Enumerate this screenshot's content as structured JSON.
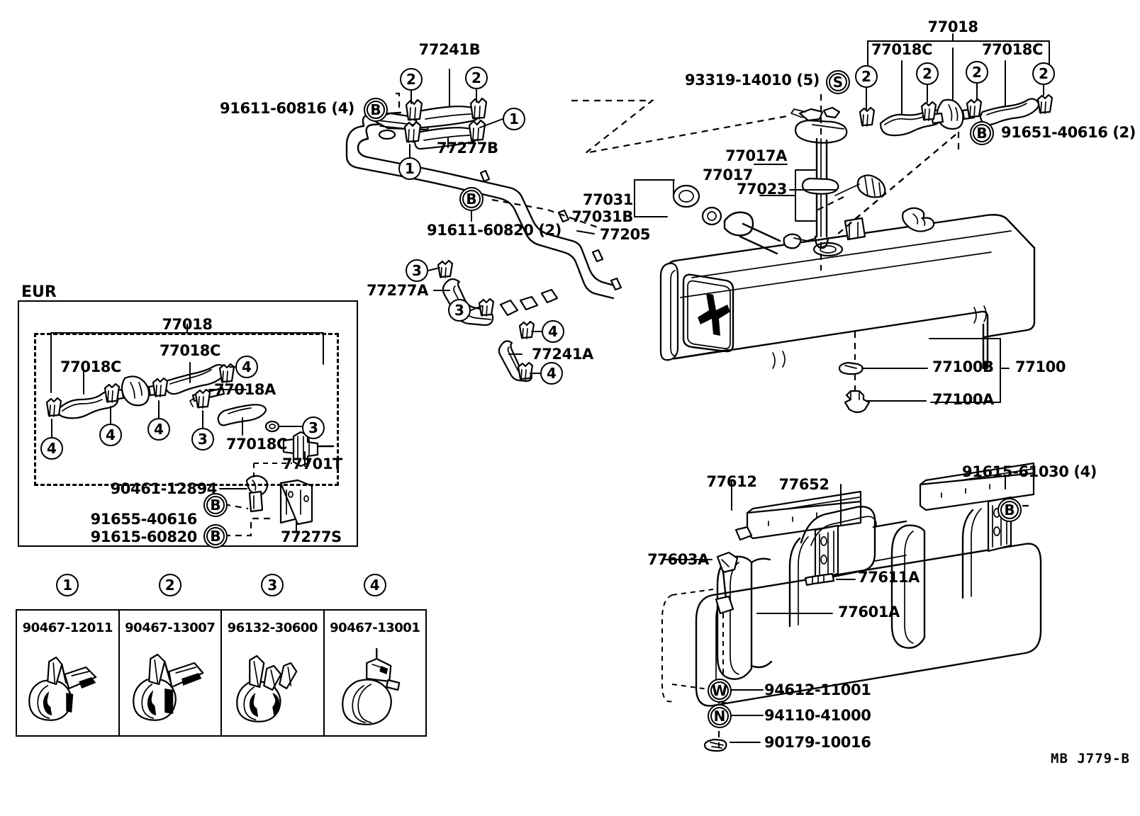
{
  "sheet": {
    "code": "MB  J779-B",
    "eur_group_label": "EUR"
  },
  "upper_left": {
    "clamp_bolt": "91611-60816 (4)",
    "hose_77241b": "77241B",
    "hose_77277b": "77277B",
    "bubbles": [
      "2",
      "2",
      "1",
      "1"
    ],
    "bolt_letter": "B"
  },
  "center": {
    "clamp_bolt": "91611-60820 (2)",
    "tube_77205": "77205",
    "hose_77277a": "77277A",
    "hose_77241a": "77241A",
    "gasket_group": "77031",
    "gasket_77031b": "77031B",
    "bubbles": [
      "3",
      "3",
      "4",
      "4"
    ],
    "bolt_letter": "B"
  },
  "upper_right": {
    "screw": "93319-14010 (5)",
    "screw_letter": "S",
    "sender_group": "77017",
    "sender_77017a": "77017A",
    "sender_77023": "77023",
    "hose_group": "77018",
    "hose_left": "77018C",
    "hose_right": "77018C",
    "bolt": "91651-40616 (2)",
    "bolt_letter": "B",
    "bubbles": [
      "2",
      "2",
      "2",
      "2"
    ]
  },
  "tank_right": {
    "plug_group": "77100",
    "plug_gasket": "77100B",
    "plug_body": "77100A"
  },
  "eur": {
    "title": "EUR",
    "group": "77018",
    "hose_top": "77018C",
    "hose_left": "77018C",
    "hose_lower": "77018C",
    "clip_77018a": "77018A",
    "valve_77701t": "77701T",
    "clamp_90461": "90461-12894",
    "bolt_91655": "91655-40616",
    "bolt_91615": "91615-60820",
    "bracket_77277s": "77277S",
    "bolt_letter_a": "B",
    "bolt_letter_b": "B",
    "bubbles": [
      "4",
      "4",
      "4",
      "3",
      "3"
    ]
  },
  "lower_right": {
    "bracket_77612": "77612",
    "cushion_77652": "77652",
    "hook_77603a": "77603A",
    "bolt_77611a": "77611A",
    "band_77601a": "77601A",
    "bolt_91615": "91615-61030 (4)",
    "bolt_letter": "B",
    "washer": "94612-11001",
    "washer_letter": "W",
    "nut": "94110-41000",
    "nut_letter": "N",
    "cushion_90179": "90179-10016"
  },
  "legend": {
    "columns": [
      {
        "index": "1",
        "part_number": "90467-12011",
        "icon": "spring-clamp-icon"
      },
      {
        "index": "2",
        "part_number": "90467-13007",
        "icon": "spring-clamp-icon"
      },
      {
        "index": "3",
        "part_number": "96132-30600",
        "icon": "spring-clamp-icon"
      },
      {
        "index": "4",
        "part_number": "90467-13001",
        "icon": "band-clamp-icon"
      }
    ]
  }
}
